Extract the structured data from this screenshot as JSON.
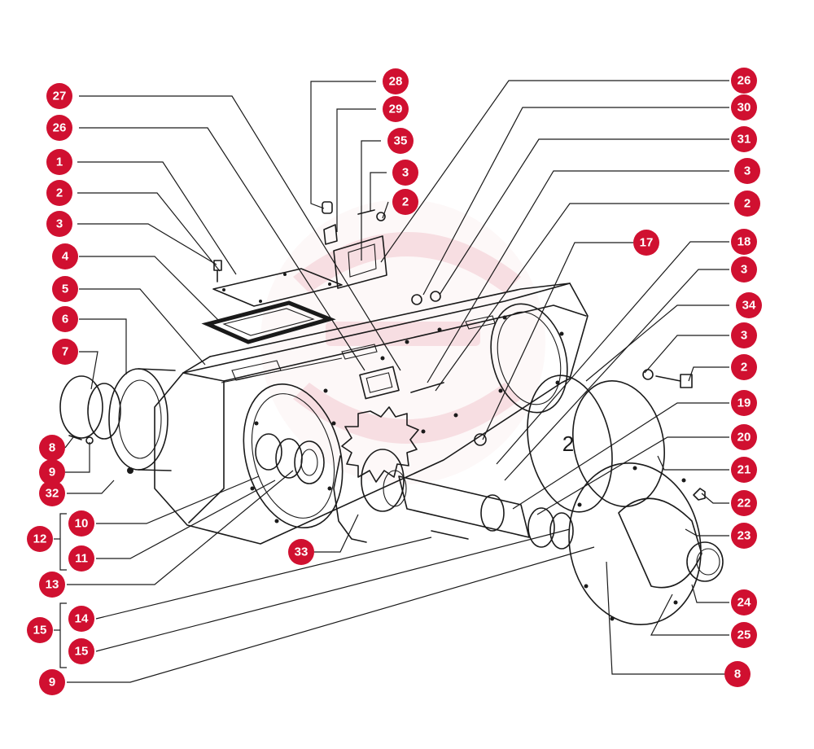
{
  "diagram": {
    "watermark_color": "#d01030",
    "badge_color": "#d01030",
    "badges": {
      "b28": "28",
      "b29": "29",
      "b35": "35",
      "b3a": "3",
      "b2a": "2",
      "b27": "27",
      "b26l": "26",
      "b1": "1",
      "b2l": "2",
      "b3l": "3",
      "b4": "4",
      "b5": "5",
      "b6": "6",
      "b7": "7",
      "b8l": "8",
      "b9l": "9",
      "b32": "32",
      "b10": "10",
      "b11": "11",
      "b12": "12",
      "b13": "13",
      "b14": "14",
      "b15a": "15",
      "b15b": "15",
      "b9b": "9",
      "b33": "33",
      "b26r": "26",
      "b30": "30",
      "b31": "31",
      "b3r1": "3",
      "b2r1": "2",
      "b17": "17",
      "b18": "18",
      "b3r2": "3",
      "b34": "34",
      "b3r3": "3",
      "b2r2": "2",
      "b19": "19",
      "b20": "20",
      "b21": "21",
      "b22": "22",
      "b23": "23",
      "b24": "24",
      "b25": "25",
      "b8r": "8"
    },
    "inline_label": "2"
  }
}
